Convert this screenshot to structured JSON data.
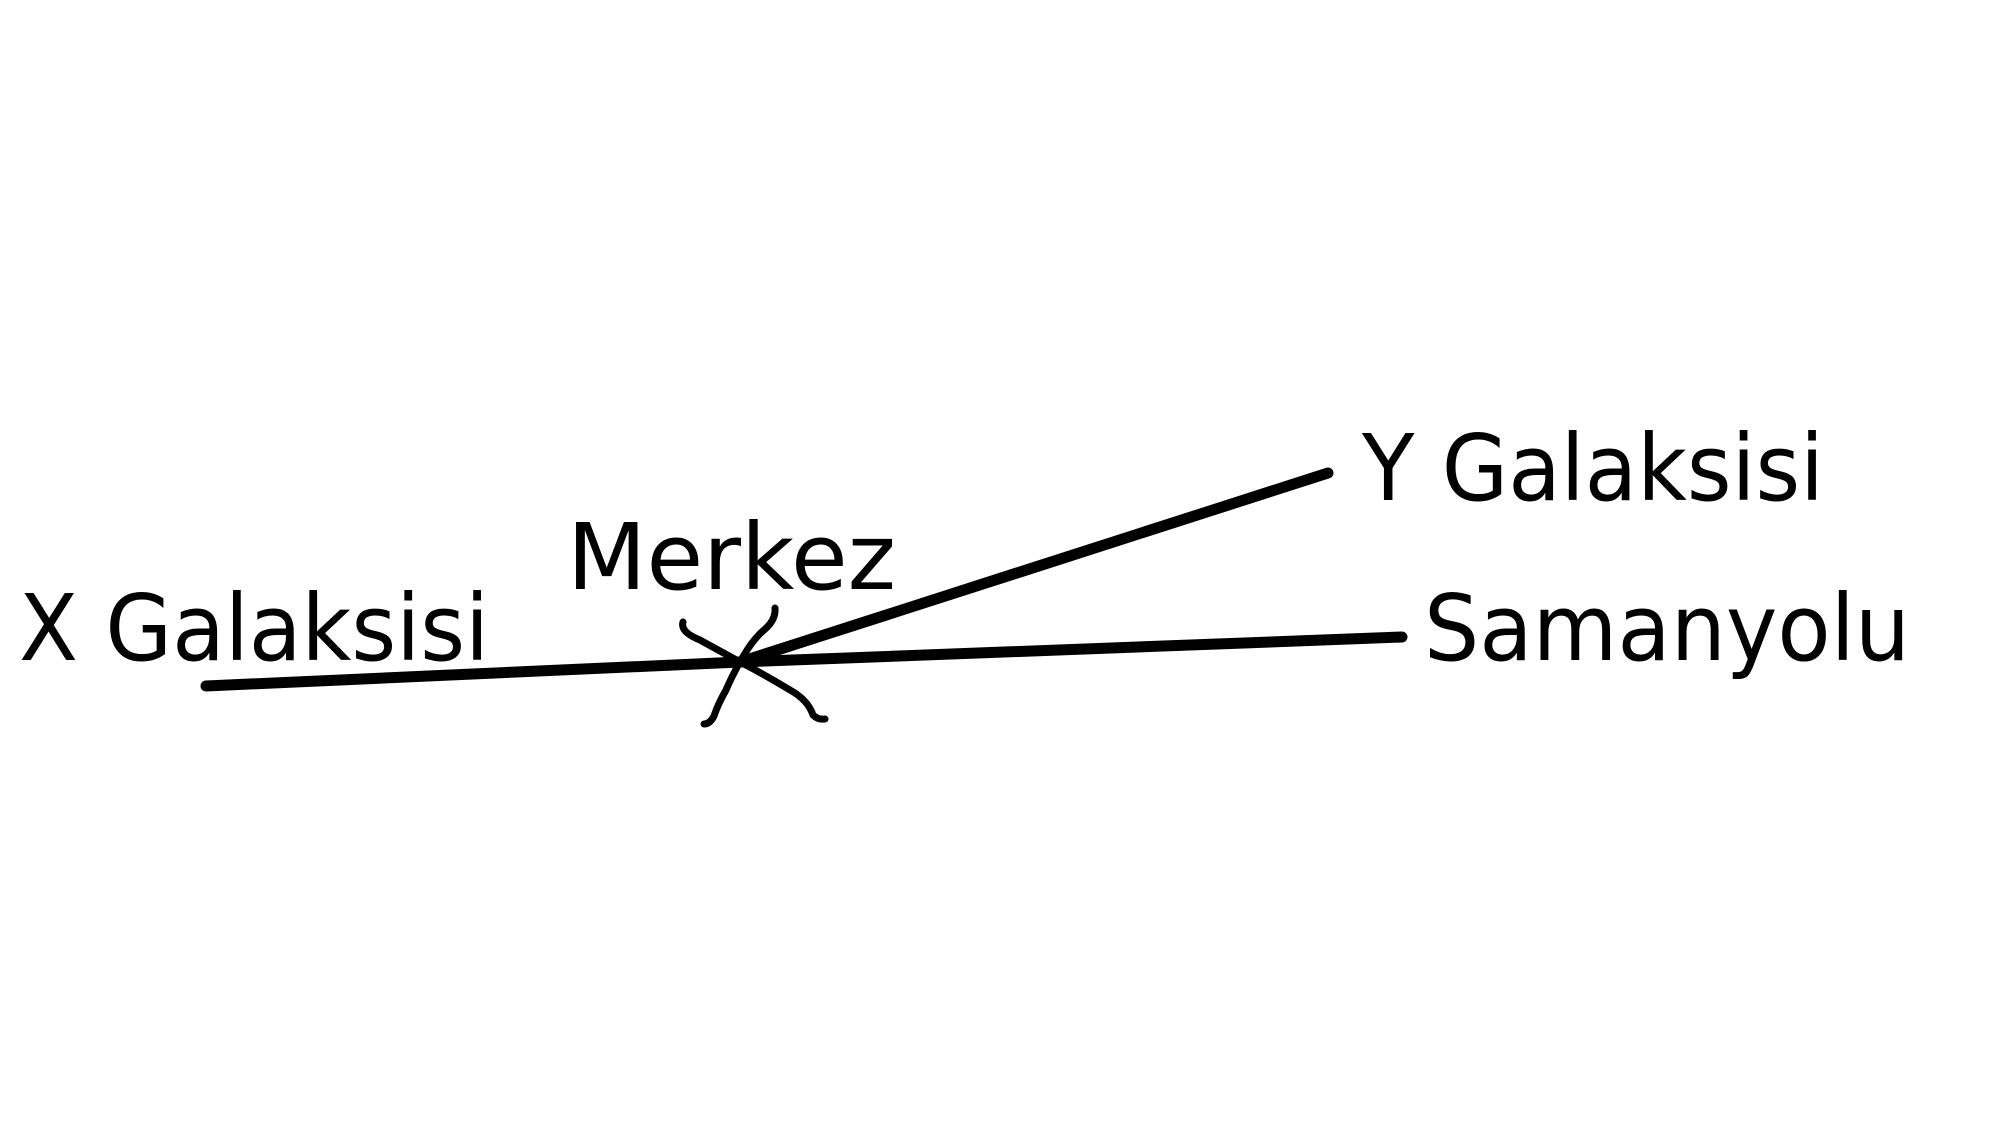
{
  "labels": {
    "x_galaxy": "X Galaksisi",
    "center": "Merkez",
    "y_galaxy": "Y Galaksisi",
    "milky_way": "Samanyolu"
  }
}
